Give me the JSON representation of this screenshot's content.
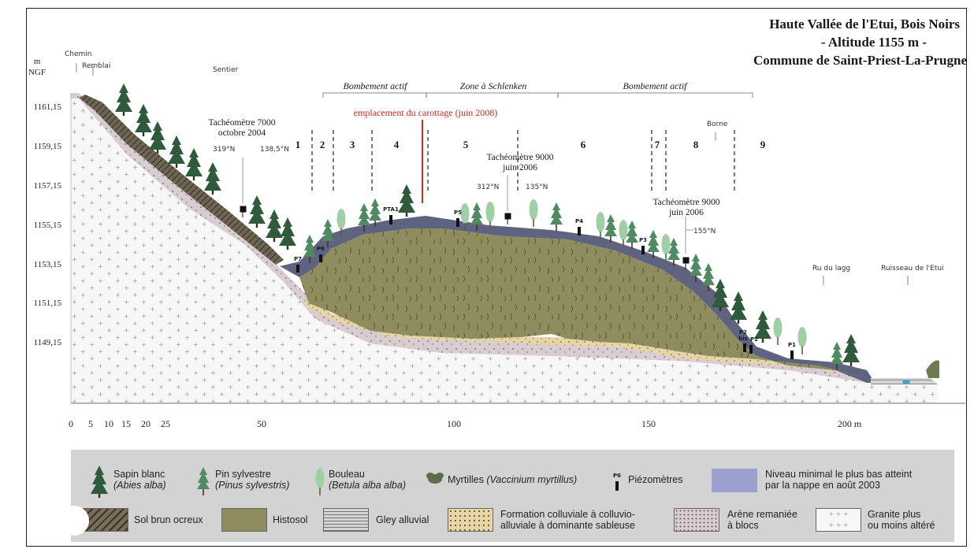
{
  "title": {
    "line1": "Haute Vallée de l'Etui, Bois Noirs",
    "line2": "- Altitude 1155 m -",
    "line3": "Commune de Saint-Priest-La-Prugne"
  },
  "axes": {
    "y_unit_line1": "m",
    "y_unit_line2": "NGF",
    "y_ticks": [
      "1161,15",
      "1159,15",
      "1157,15",
      "1155,15",
      "1153,15",
      "1151,15",
      "1149,15"
    ],
    "x_ticks": [
      "0",
      "5",
      "10",
      "15",
      "20",
      "25",
      "50",
      "100",
      "150",
      "200 m"
    ]
  },
  "features": {
    "chemin": "Chemin",
    "remblai": "Remblai",
    "sentier": "Sentier",
    "ru_du_lagg": "Ru du lagg",
    "ruisseau": "Ruisseau de l'Etui",
    "borne": "Borne"
  },
  "zones": {
    "bombement1": "Bombement actif",
    "schlenken": "Zone à Schlenken",
    "bombement2": "Bombement actif",
    "carottage": "emplacement du carottage (juin 2008)",
    "numbers": [
      "1",
      "2",
      "3",
      "4",
      "5",
      "6",
      "7",
      "8",
      "9"
    ]
  },
  "instruments": {
    "t1_line1": "Tachéomètre 7000",
    "t1_line2": "octobre 2004",
    "t1_a1": "319°N",
    "t1_a2": "138,5°N",
    "t2_line1": "Tachéomètre 9000",
    "t2_line2": "juin 2006",
    "t2_a1": "312°N",
    "t2_a2": "135°N",
    "t3_line1": "Tachéomètre 9000",
    "t3_line2": "juin 2006",
    "t3_a1": "155°N"
  },
  "piezometres": [
    "P7",
    "P6",
    "PTA1",
    "P5",
    "P4",
    "P3",
    "P2 bis",
    "P2",
    "P1"
  ],
  "legend": {
    "sapin_l1": "Sapin blanc",
    "sapin_l2": "(Abies alba)",
    "pin_l1": "Pin sylvestre",
    "pin_l2": "(Pinus sylvestris)",
    "bouleau_l1": "Bouleau",
    "bouleau_l2": "(Betula alba alba)",
    "myrtilles_l1": "Myrtilles",
    "myrtilles_l2": "(Vaccinium myrtillus)",
    "piezo": "Piézomètres",
    "piezo_icon_label": "P6",
    "niveau_l1": "Niveau minimal le plus bas atteint",
    "niveau_l2": "par la nappe en août 2003",
    "sol": "Sol brun ocreux",
    "histosol": "Histosol",
    "gley": "Gley alluvial",
    "colluv_l1": "Formation colluviale à colluvio-",
    "colluv_l2": "alluviale à dominante sableuse",
    "arene_l1": "Arène remaniée",
    "arene_l2": "à blocs",
    "granite_l1": "Granite plus",
    "granite_l2": "ou moins altéré"
  },
  "colors": {
    "histosol": "#8f8c5f",
    "water": "#5e6380",
    "granite": "#f5f5f5",
    "arene": "#d7c8cf",
    "colluv": "#e4d3a1",
    "carottage": "#d62b1e",
    "legend_bg": "#d3d3d3",
    "nappe": "#9c9fd0"
  }
}
